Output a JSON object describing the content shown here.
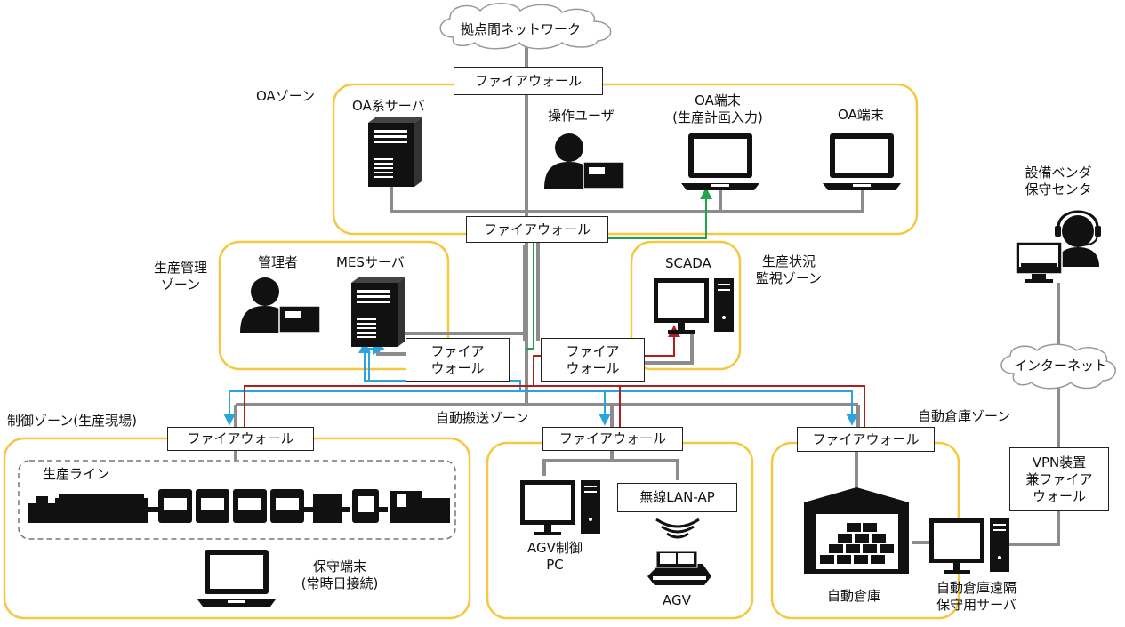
{
  "clouds": {
    "wan": "拠点間ネットワーク",
    "internet": "インターネット"
  },
  "firewalls": {
    "top": "ファイアウォール",
    "mid": "ファイアウォール",
    "mgmt": "ファイア\nウォール",
    "scada": "ファイア\nウォール",
    "control": "ファイアウォール",
    "agv": "ファイアウォール",
    "warehouse": "ファイアウォール",
    "vpn": "VPN装置\n兼ファイア\nウォール"
  },
  "zones": {
    "oa": "OAゾーン",
    "production_mgmt": "生産管理\nゾーン",
    "monitoring": "生産状況\n監視ゾーン",
    "control": "制御ゾーン(生産現場)",
    "agv": "自動搬送ゾーン",
    "warehouse": "自動倉庫ゾーン"
  },
  "nodes": {
    "oa_server": "OA系サーバ",
    "operator": "操作ユーザ",
    "oa_terminal_planning": "OA端末\n(生産計画入力)",
    "oa_terminal": "OA端末",
    "vendor": "設備ベンダ\n保守センタ",
    "manager": "管理者",
    "mes_server": "MESサーバ",
    "scada": "SCADA",
    "production_line": "生産ライン",
    "maint_terminal": "保守端末\n(常時日接続)",
    "agv_pc": "AGV制御\nPC",
    "wireless_ap": "無線LAN-AP",
    "agv": "AGV",
    "warehouse": "自動倉庫",
    "warehouse_server": "自動倉庫遠隔\n保守用サーバ"
  },
  "colors": {
    "zone_border": "#F5C842",
    "trunk": "#8C8C8C",
    "green_link": "#1FA64A",
    "blue_link": "#2BA3DC",
    "red_link": "#B01E1E",
    "icon": "#111111"
  }
}
